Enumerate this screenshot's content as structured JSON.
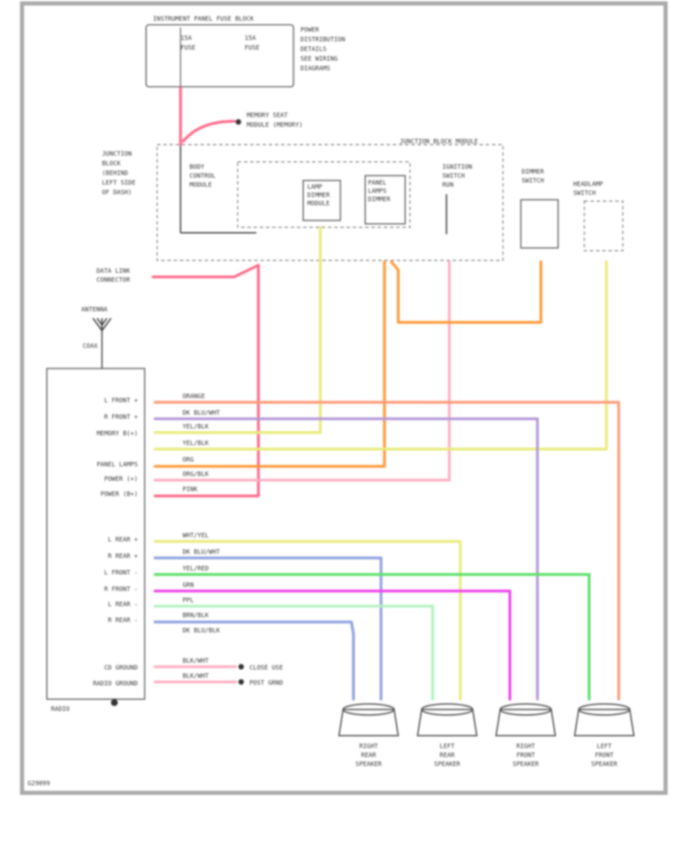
{
  "diagram": {
    "code": "G29099",
    "fuse_panel": {
      "title": "INSTRUMENT PANEL FUSE BLOCK",
      "lines": [
        "15A",
        "FUSE",
        "15A",
        "FUSE"
      ],
      "notes": [
        "POWER",
        "DISTRIBUTION",
        "DETAILS",
        "SEE WIRING",
        "DIAGRAMS"
      ]
    },
    "memory_note": [
      "MEMORY SEAT",
      "MODULE (MEMORY)"
    ],
    "junction_block": [
      "JUNCTION",
      "BLOCK",
      "(BEHIND",
      "LEFT SIDE",
      "OF DASH)"
    ],
    "body_module": [
      "BODY",
      "CONTROL",
      "MODULE"
    ],
    "jb_module": "JUNCTION BLOCK MODULE",
    "lamp_module": [
      "LAMP",
      "DIMMER",
      "MODULE"
    ],
    "panel_lamp": [
      "PANEL",
      "LAMPS",
      "DIMMER"
    ],
    "ign_run": [
      "IGNITION",
      "SWITCH",
      "RUN"
    ],
    "data_link": [
      "DATA LINK",
      "CONNECTOR"
    ],
    "dimmer_switch": [
      "DIMMER",
      "SWITCH"
    ],
    "headlamp_switch": [
      "HEADLAMP",
      "SWITCH"
    ],
    "antenna": "ANTENNA",
    "coax": "COAX",
    "radio_label": "RADIO",
    "radio_pins": [
      "L FRONT +",
      "R FRONT +",
      "MEMORY B(+)",
      "PANEL LAMPS",
      "POWER (+)",
      "POWER (B+)",
      "L REAR +",
      "R REAR +",
      "L FRONT -",
      "R FRONT -",
      "L REAR -",
      "R REAR -",
      "CD GROUND",
      "RADIO GROUND"
    ],
    "wire_labels": [
      "ORANGE",
      "DK BLU/WHT",
      "YEL/BLK",
      "YEL/BLK",
      "ORG",
      "ORG/BLK",
      "PINK",
      "WHT/YEL",
      "DK BLU/WHT",
      "YEL/RED",
      "GRN",
      "PPL",
      "BRN/BLK",
      "DK BLU/BLK"
    ],
    "ground_labels": [
      "BLK/WHT",
      "BLK/WHT"
    ],
    "ground_notes": [
      "CLOSE USE",
      "POST GRND"
    ],
    "speakers": [
      [
        "RIGHT",
        "REAR",
        "SPEAKER"
      ],
      [
        "LEFT",
        "REAR",
        "SPEAKER"
      ],
      [
        "RIGHT",
        "FRONT",
        "SPEAKER"
      ],
      [
        "LEFT",
        "FRONT",
        "SPEAKER"
      ]
    ],
    "colors": {
      "pink": "#ff6a8c",
      "orange": "#ff9a3c",
      "yellow": "#e8ec7a",
      "purple": "#b59ad8",
      "blue": "#8ea2e2",
      "green": "#5ee06a",
      "magenta": "#ee44ee",
      "ltgreen": "#b4f2c0",
      "salmon": "#ff9a7a",
      "ltpink": "#ffb0c4"
    }
  }
}
